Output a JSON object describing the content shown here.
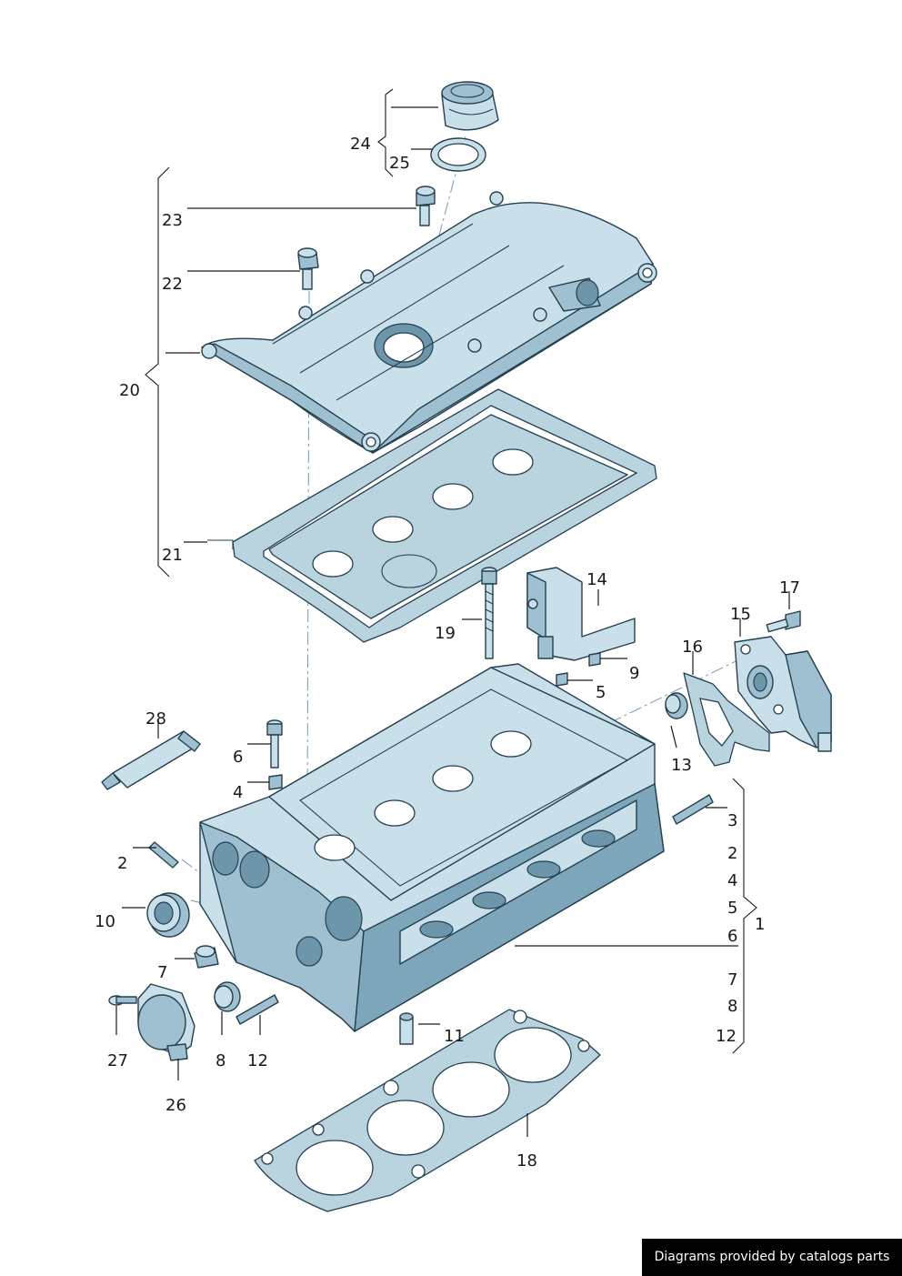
{
  "callouts": {
    "c24": "24",
    "c25": "25",
    "c23": "23",
    "c22": "22",
    "c20": "20",
    "c21": "21",
    "c14": "14",
    "c17": "17",
    "c15": "15",
    "c16": "16",
    "c19": "19",
    "c9": "9",
    "c5a": "5",
    "c28": "28",
    "c6a": "6",
    "c4a": "4",
    "c13": "13",
    "c3": "3",
    "c2b": "2",
    "c4b": "4",
    "c5b": "5",
    "c6b": "6",
    "c1": "1",
    "c7b": "7",
    "c8b": "8",
    "c12b": "12",
    "c2a": "2",
    "c10": "10",
    "c7a": "7",
    "c27": "27",
    "c8a": "8",
    "c12a": "12",
    "c26": "26",
    "c11": "11",
    "c18": "18"
  },
  "footer": {
    "credit": "Diagrams provided by catalogs parts"
  },
  "colors": {
    "part_fill": "#c9dfe9",
    "outline": "#24404f",
    "center_line": "#6f9db6",
    "banner": "#000000"
  }
}
